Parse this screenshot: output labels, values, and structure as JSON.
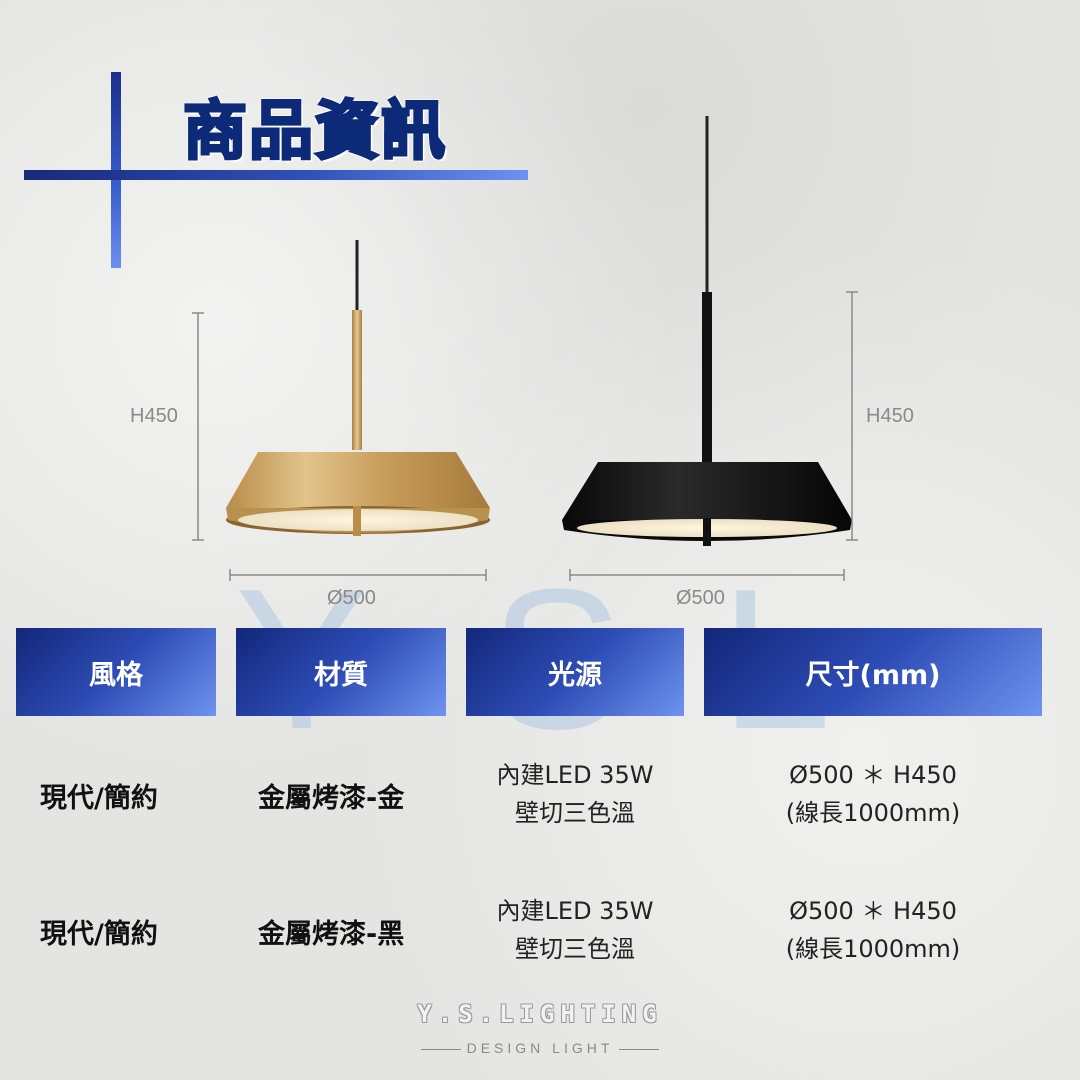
{
  "title": "商品資訊",
  "watermark": {
    "letters": [
      "Y",
      "S",
      "L"
    ]
  },
  "products": [
    {
      "height_label": "H450",
      "diameter_label": "Ø500",
      "finish_color": "#c9a25e"
    },
    {
      "height_label": "H450",
      "diameter_label": "Ø500",
      "finish_color": "#111111"
    }
  ],
  "table": {
    "headers": [
      "風格",
      "材質",
      "光源",
      "尺寸(mm)"
    ],
    "rows": [
      {
        "style": "現代/簡約",
        "material": "金屬烤漆-金",
        "light_line1": "內建LED 35W",
        "light_line2": "壁切三色溫",
        "size_line1": "Ø500 ＊ H450",
        "size_line2": "(線長1000mm)"
      },
      {
        "style": "現代/簡約",
        "material": "金屬烤漆-黑",
        "light_line1": "內建LED 35W",
        "light_line2": "壁切三色溫",
        "size_line1": "Ø500 ＊ H450",
        "size_line2": "(線長1000mm)"
      }
    ]
  },
  "footer": {
    "brand": "Y.S.LIGHTING",
    "tagline": "DESIGN LIGHT"
  },
  "colors": {
    "accent_dark": "#13277a",
    "accent_light": "#6e93f0",
    "gold": "#c9a25e",
    "black": "#111111"
  }
}
